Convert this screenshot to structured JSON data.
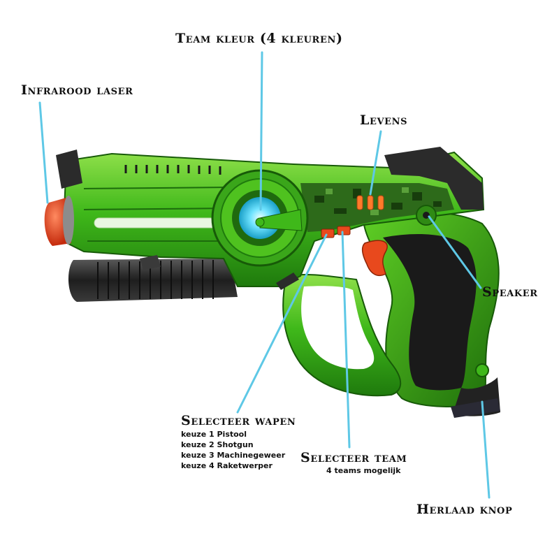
{
  "labels": {
    "team_color": "Team kleur (4 kleuren)",
    "infrared_laser": "Infrarood laser",
    "lives": "Levens",
    "speaker": "Speaker",
    "select_weapon": "Selecteer wapen",
    "weapon_options": [
      "keuze 1 Pistool",
      "keuze 2 Shotgun",
      "keuze 3 Machinegeweer",
      "keuze 4 Raketwerper"
    ],
    "select_team": "Selecteer team",
    "team_note": "4 teams mogelijk",
    "reload_button": "Herlaad knop"
  },
  "colors": {
    "leader_line": "#5ec8e6",
    "gun_green": "#3fb81a",
    "gun_dark": "#2b2b2b",
    "accent_orange": "#e8491d",
    "team_light": "#6fe3ff"
  }
}
